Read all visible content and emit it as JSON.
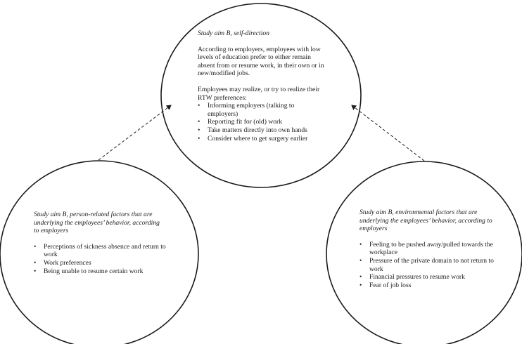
{
  "top": {
    "heading": "Study aim B, self-direction",
    "paragraph": "According to employers, employees with low levels of education prefer to either remain absent from or resume work, in their own or in new/modified jobs.",
    "intro": "Employees may realize, or try to realize their RTW preferences:",
    "items": [
      "Informing employers (talking to employers)",
      "Reporting fit for (old) work",
      "Take matters directly into own hands",
      "Consider where to get surgery earlier"
    ]
  },
  "left": {
    "heading": "Study aim B, person-related factors that are underlying the employees’ behavior, according to employers",
    "items": [
      "Perceptions of sickness absence and return to work",
      "Work preferences",
      "Being unable to resume certain work"
    ]
  },
  "right": {
    "heading": "Study aim B, environmental factors that are underlying the employees’ behavior, according to employers",
    "items": [
      "Feeling to be pushed away/pulled towards the workplace",
      "Pressure of the private domain to not return to work",
      "Financial pressures to resume work",
      "Fear of job loss"
    ]
  },
  "colors": {
    "stroke": "#1a1a1a",
    "background": "#ffffff"
  }
}
